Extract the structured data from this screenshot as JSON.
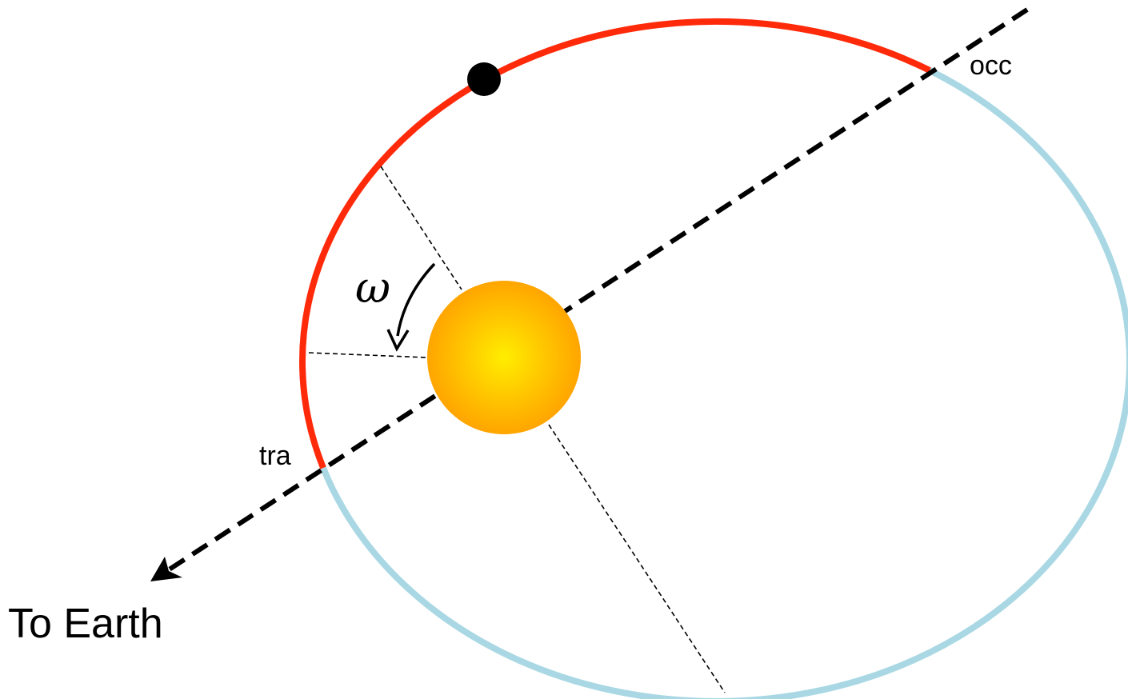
{
  "labels": {
    "occultation": "occ",
    "transit": "tra",
    "angle": "ω",
    "direction": "To Earth"
  },
  "colors": {
    "orbit_day_side": "#ff2a0a",
    "orbit_night_side": "#a9d8e4",
    "star_center": "#ffee00",
    "star_edge": "#ffa500",
    "planet": "#000000",
    "lines": "#000000",
    "background": "#ffffff"
  },
  "icons": {
    "arrowhead": "filled-arrowhead",
    "angle_arrow": "curved-arrow"
  }
}
